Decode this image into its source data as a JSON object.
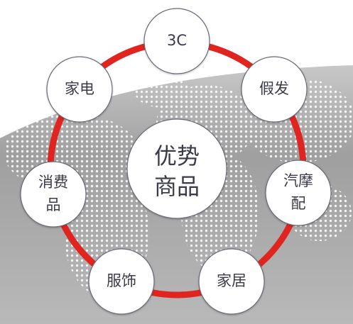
{
  "center": {
    "line1": "优势",
    "line2": "商品"
  },
  "nodes": [
    {
      "id": "3c",
      "lines": [
        "3C"
      ]
    },
    {
      "id": "wigs",
      "lines": [
        "假发"
      ]
    },
    {
      "id": "auto-parts",
      "lines": [
        "汽摩",
        "配"
      ]
    },
    {
      "id": "home",
      "lines": [
        "家居"
      ]
    },
    {
      "id": "apparel",
      "lines": [
        "服饰"
      ]
    },
    {
      "id": "consumables",
      "lines": [
        "消费",
        "品"
      ]
    },
    {
      "id": "appliances",
      "lines": [
        "家电"
      ]
    }
  ],
  "colors": {
    "ring": "#e02520",
    "node_fill": "#ffffff",
    "node_stroke": "#6a6a78",
    "text": "#3a3a48",
    "world_map_bg": "#a9a9a9",
    "world_map_dots": "#ffffff"
  }
}
